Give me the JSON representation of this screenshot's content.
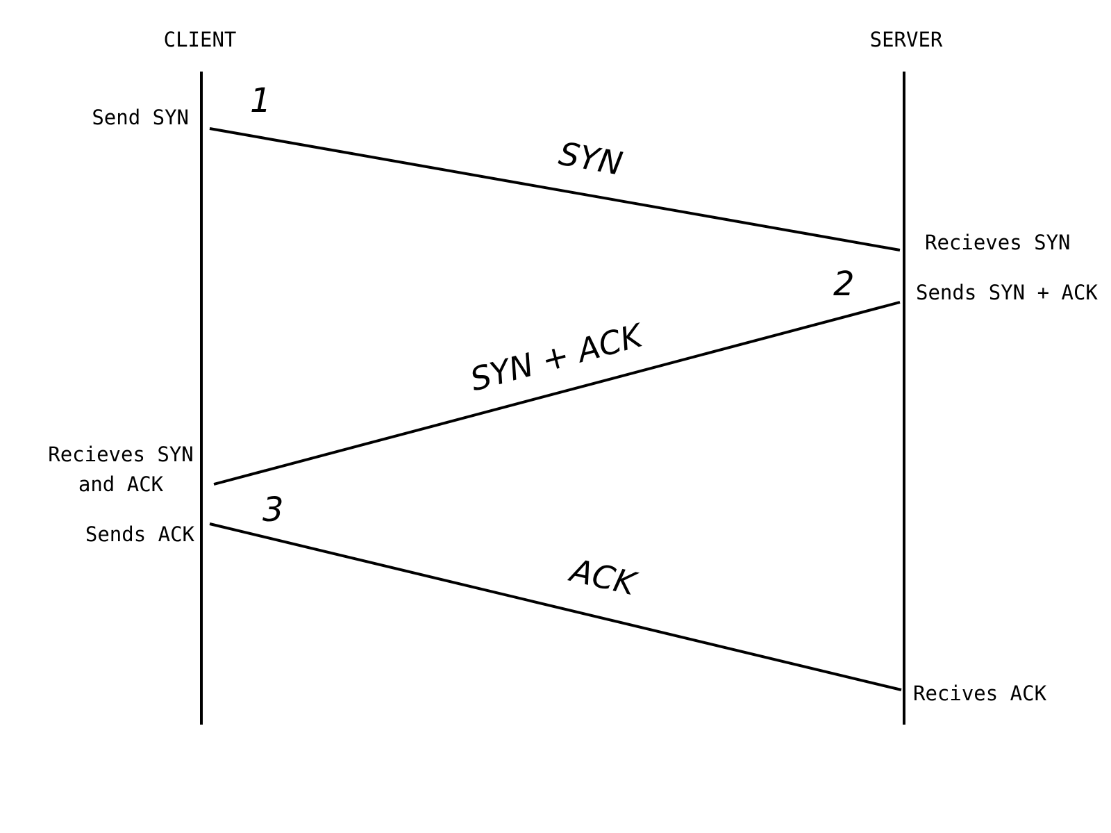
{
  "participants": {
    "client": "CLIENT",
    "server": "SERVER"
  },
  "steps": {
    "one": "1",
    "two": "2",
    "three": "3"
  },
  "messages": {
    "syn": "SYN",
    "syn_ack": "SYN + ACK",
    "ack": "ACK"
  },
  "client_notes": {
    "send_syn": "Send SYN",
    "receives_syn_line1": "Recieves SYN",
    "receives_syn_line2": "and ACK",
    "sends_ack": "Sends ACK"
  },
  "server_notes": {
    "receives_syn": "Recieves SYN",
    "sends_syn_ack": "Sends SYN + ACK",
    "receives_ack": "Recives ACK"
  },
  "colors": {
    "stroke": "#000000",
    "background": "#ffffff"
  }
}
